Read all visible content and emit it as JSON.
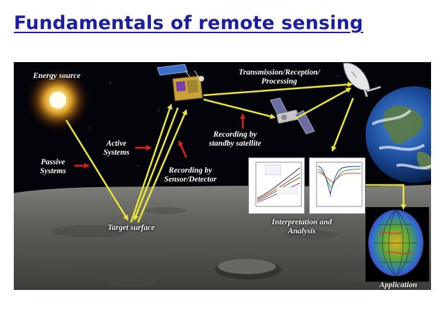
{
  "slide": {
    "title": "Fundamentals of remote sensing"
  },
  "diagram": {
    "labels": {
      "energy_source": "Energy source",
      "passive_systems": "Passive\nSystems",
      "active_systems": "Active\nSystems",
      "target_surface": "Target surface",
      "recording_sensor": "Recording by\nSensor/Detector",
      "recording_satellite": "Recording by\nstandby satellite",
      "transmission": "Transmission/Reception/\nProcessing",
      "interpretation": "Interpretation and\nAnalysis",
      "application": "Application"
    },
    "colors": {
      "arrow": "#e8e23a",
      "pointer": "#d42222",
      "label": "#ffffff",
      "title": "#1f1ea0"
    }
  }
}
